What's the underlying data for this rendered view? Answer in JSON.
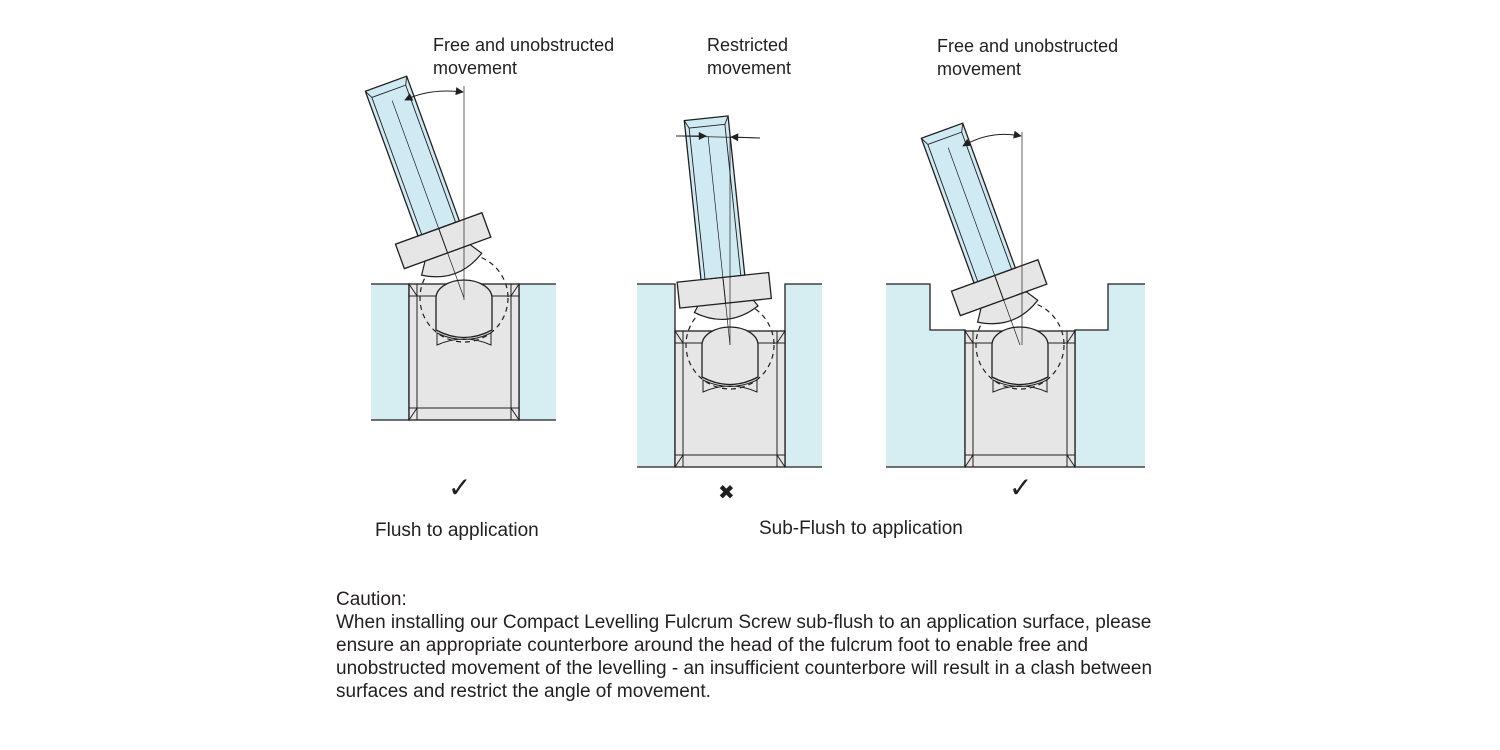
{
  "colors": {
    "material": "#d6eef2",
    "screw": "#cfeaf2",
    "metal": "#e6e6e6",
    "line": "#231f20"
  },
  "panels": [
    {
      "label_line1": "Free and unobstructed",
      "label_line2": "movement",
      "mark": "✓",
      "mark_icon": "check-icon"
    },
    {
      "label_line1": "Restricted",
      "label_line2": "movement",
      "mark": "✖",
      "mark_icon": "cross-icon"
    },
    {
      "label_line1": "Free and unobstructed",
      "label_line2": "movement",
      "mark": "✓",
      "mark_icon": "check-icon"
    }
  ],
  "captions": {
    "flush": "Flush to application",
    "sub_flush": "Sub-Flush to application"
  },
  "caution": {
    "title": "Caution:",
    "lines": [
      "When installing our Compact Levelling Fulcrum Screw sub-flush to an application surface, please",
      "ensure an appropriate counterbore around the head of the fulcrum foot to enable free and",
      "unobstructed movement of the levelling - an insufficient counterbore will result in a clash between",
      "surfaces and restrict the angle of movement."
    ]
  }
}
